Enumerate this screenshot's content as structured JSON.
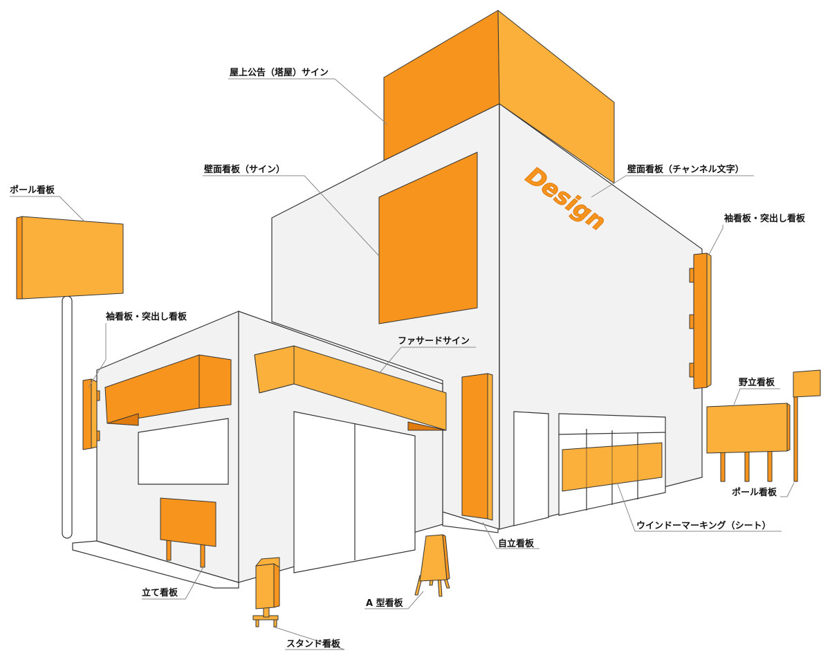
{
  "colors": {
    "orange_dark": "#f7941e",
    "orange_light": "#fbb03b",
    "orange_side": "#e07b10",
    "wall": "#f2f2f2",
    "outline": "#333333",
    "leader": "#888888"
  },
  "logo_text": "Design",
  "labels": {
    "rooftop": "屋上公告（塔屋）サイン",
    "wall_sign": "壁面看板（サイン）",
    "wall_channel": "壁面看板（チャンネル文字）",
    "pole_left": "ポール看板",
    "projecting_left": "袖看板・突出し看板",
    "projecting_right": "袖看板・突出し看板",
    "facade": "ファサードサイン",
    "field_sign": "野立看板",
    "pole_right": "ポール看板",
    "window_marking": "ウインドーマーキング（シート）",
    "freestanding": "自立看板",
    "standing": "立て看板",
    "a_frame": "A 型看板",
    "stand": "スタンド看板"
  }
}
